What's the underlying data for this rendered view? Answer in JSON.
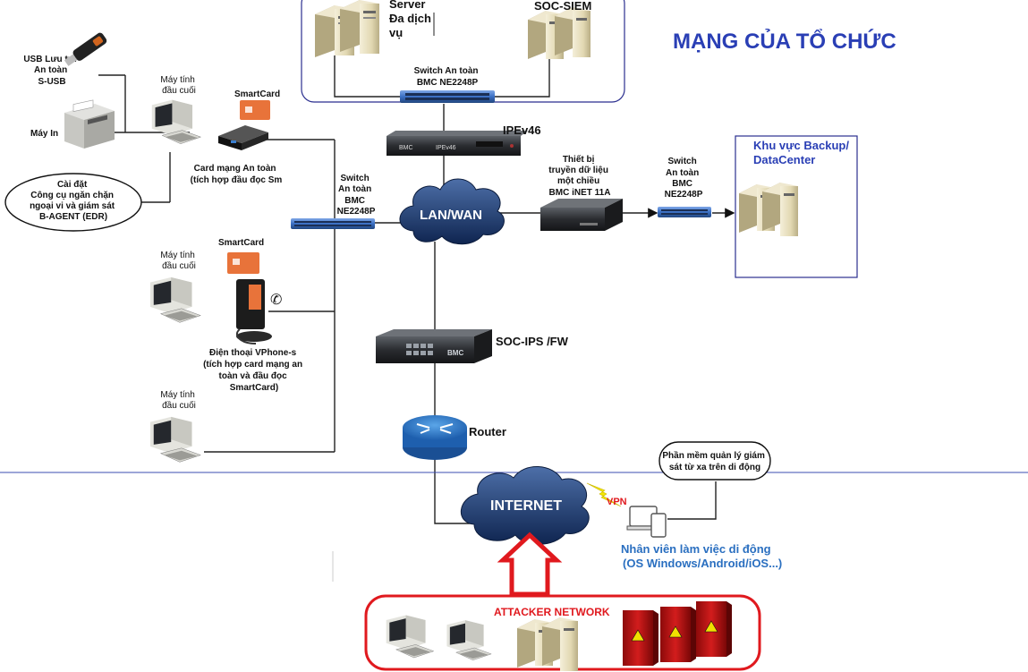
{
  "title": "MẠNG CỦA TỔ CHỨC",
  "server_zone": {
    "server_label": [
      "Server",
      "Đa dịch",
      "vụ"
    ],
    "siem_label": "SOC-SIEM",
    "switch_label": [
      "Switch An toàn",
      "BMC NE2248P"
    ]
  },
  "ipev46": {
    "label": "IPEv46",
    "device_text": "IPEv46",
    "brand": "BMC"
  },
  "usb": [
    "USB Lưu trữ",
    "An toàn",
    "S-USB"
  ],
  "printer": "Máy In",
  "endpoint1": [
    "Máy tính",
    "đầu cuối"
  ],
  "smartcard1": "SmartCard",
  "card_reader": [
    "Card mạng An toàn",
    "(tích hợp đầu đọc Sm"
  ],
  "agent_bubble": [
    "Cài đặt",
    "Công cụ ngăn chặn",
    "ngoại vi và giám sát",
    "B-AGENT (EDR)"
  ],
  "access_switch": [
    "Switch",
    "An toàn",
    "BMC",
    "NE2248P"
  ],
  "lanwan": "LAN/WAN",
  "diode": [
    "Thiết bị",
    "truyền dữ liệu",
    "một chiều",
    "BMC iNET 11A"
  ],
  "backup_switch": [
    "Switch",
    "An toàn",
    "BMC",
    "NE2248P"
  ],
  "backup_zone": [
    "Khu vực Backup/",
    "DataCenter"
  ],
  "endpoint2": [
    "Máy tính",
    "đầu cuối"
  ],
  "smartcard2": "SmartCard",
  "vphone": [
    "Điện thoại VPhone-s",
    "(tích hợp card mạng an",
    "toàn và đầu đọc",
    "SmartCard)"
  ],
  "endpoint3": [
    "Máy tính",
    "đầu cuối"
  ],
  "ips": {
    "label": "SOC-IPS /FW",
    "brand": "BMC"
  },
  "router": "Router",
  "internet": "INTERNET",
  "vpn": "VPN",
  "mobile_bubble": [
    "Phần mềm quản lý giám",
    "sát từ xa trên di động"
  ],
  "mobile_worker": [
    "Nhân viên làm việc di động",
    "(OS Windows/Android/iOS...)"
  ],
  "attacker": "ATTACKER NETWORK",
  "colors": {
    "title": "#2a3fb5",
    "zone_border": "#2b2f8f",
    "attacker_red": "#e0191e",
    "switch_blue": "#3a6fc4",
    "cloud_blue": "#1d3a6e",
    "separator": "#3b4cb0"
  },
  "icons": [
    "server-icon",
    "switch-icon",
    "computer-icon",
    "printer-icon",
    "usb-icon",
    "smartcard-icon",
    "card-reader-icon",
    "phone-icon",
    "cloud-icon",
    "router-icon",
    "firewall-icon",
    "mobile-devices-icon",
    "attacker-server-icon",
    "lightning-icon",
    "arrow-icon"
  ]
}
